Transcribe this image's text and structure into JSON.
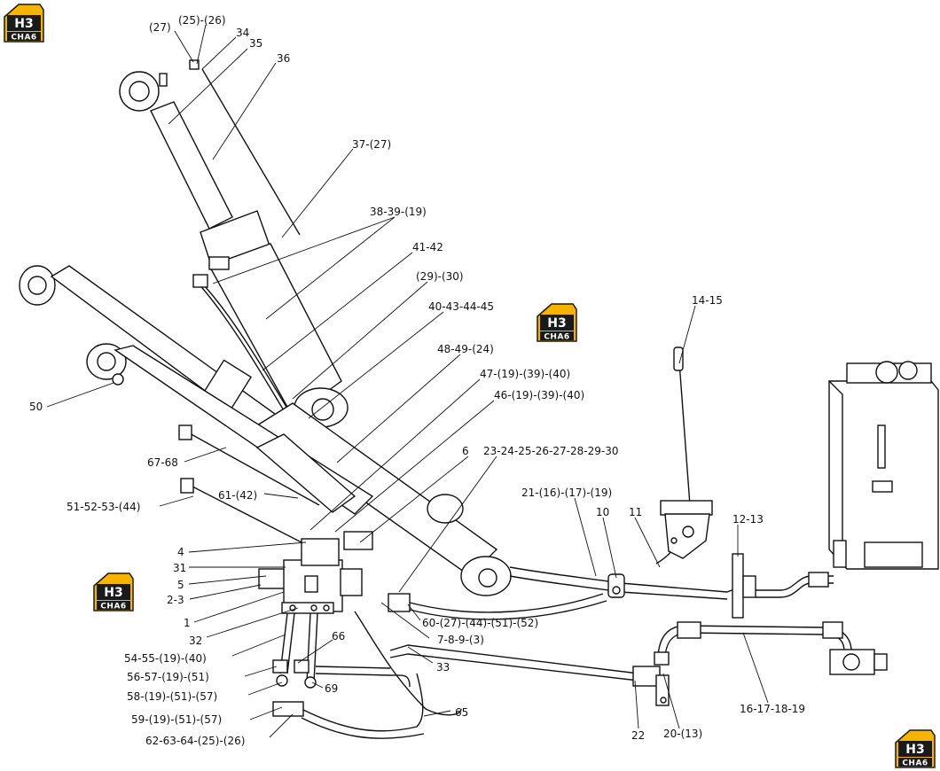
{
  "logo": {
    "mark": "H3",
    "text": "CHA6",
    "accent": "#f5b400",
    "dark": "#1a1a1a"
  },
  "labels": {
    "l27": "(27)",
    "l25_26": "(25)-(26)",
    "l34": "34",
    "l35": "35",
    "l36": "36",
    "l37": "37-(27)",
    "l38": "38-39-(19)",
    "l41": "41-42",
    "l29": "(29)-(30)",
    "l40": "40-43-44-45",
    "l48": "48-49-(24)",
    "l47": "47-(19)-(39)-(40)",
    "l46": "46-(19)-(39)-(40)",
    "l14": "14-15",
    "l50": "50",
    "l67": "67-68",
    "l6": "6",
    "l23": "23-24-25-26-27-28-29-30",
    "l21": "21-(16)-(17)-(19)",
    "l10": "10",
    "l11": "11",
    "l12": "12-13",
    "l51": "51-52-53-(44)",
    "l61": "61-(42)",
    "l4": "4",
    "l31": "31",
    "l5": "5",
    "l2": "2-3",
    "l1": "1",
    "l60": "60-(27)-(44)-(51)-(52)",
    "l7": "7-8-9-(3)",
    "l32": "32",
    "l54": "54-55-(19)-(40)",
    "l66": "66",
    "l33": "33",
    "l56": "56-57-(19)-(51)",
    "l69": "69",
    "l58": "58-(19)-(51)-(57)",
    "l65": "65",
    "l59": "59-(19)-(51)-(57)",
    "l62": "62-63-64-(25)-(26)",
    "l22": "22",
    "l20": "20-(13)",
    "l16": "16-17-18-19"
  }
}
